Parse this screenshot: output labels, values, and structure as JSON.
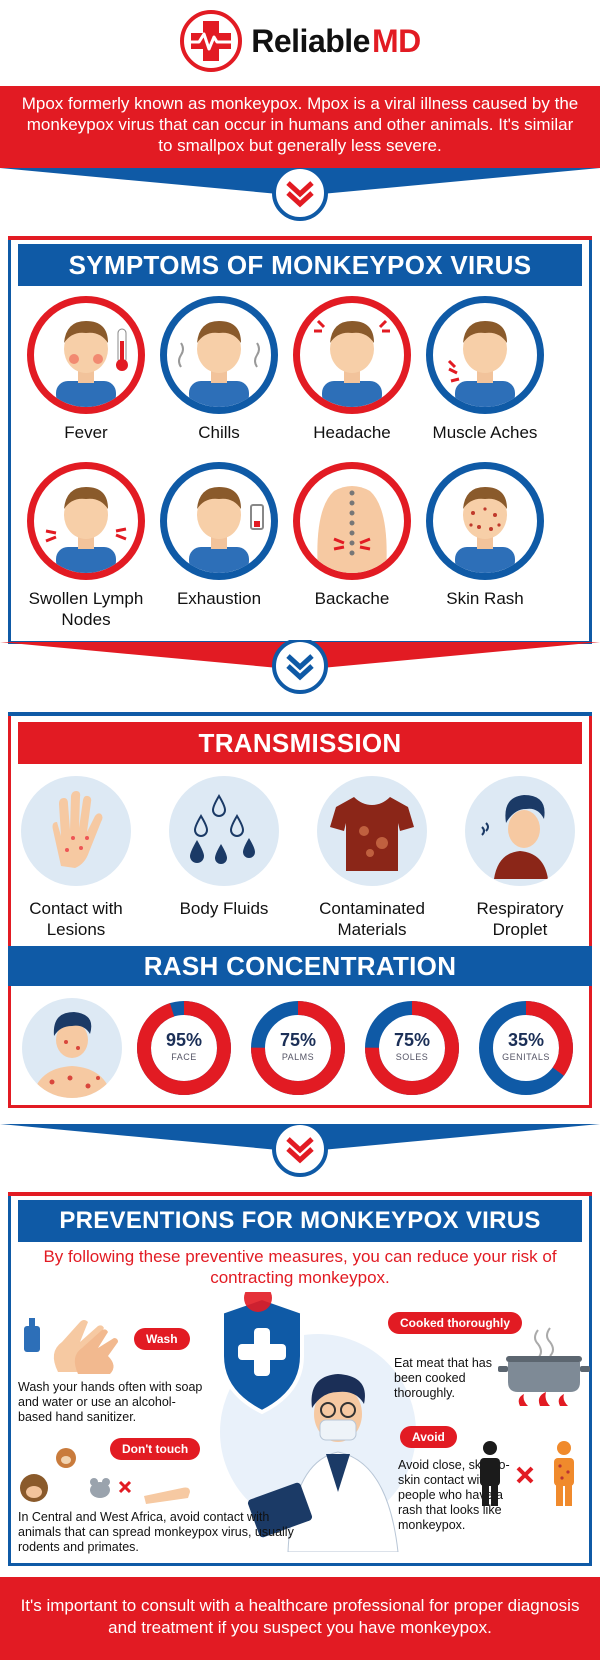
{
  "brand": {
    "name_a": "Reliable",
    "name_b": "MD"
  },
  "intro": "Mpox formerly known as monkeypox. Mpox is a viral illness caused by the monkeypox virus that can occur in humans and other animals. It's similar to smallpox but generally less severe.",
  "symptoms": {
    "title": "SYMPTOMS OF MONKEYPOX VIRUS",
    "items": [
      "Fever",
      "Chills",
      "Headache",
      "Muscle Aches",
      "Swollen Lymph Nodes",
      "Exhaustion",
      "Backache",
      "Skin Rash"
    ]
  },
  "transmission": {
    "title": "TRANSMISSION",
    "items": [
      "Contact with Lesions",
      "Body Fluids",
      "Contaminated Materials",
      "Respiratory Droplet"
    ]
  },
  "rash": {
    "title": "RASH CONCENTRATION",
    "items": [
      {
        "pct_text": "95%",
        "label": "FACE",
        "value": 0.95
      },
      {
        "pct_text": "75%",
        "label": "PALMS",
        "value": 0.75
      },
      {
        "pct_text": "75%",
        "label": "SOLES",
        "value": 0.75
      },
      {
        "pct_text": "35%",
        "label": "GENITALS",
        "value": 0.35
      }
    ]
  },
  "prevention": {
    "title": "PREVENTIONS FOR MONKEYPOX VIRUS",
    "subtitle": "By following these preventive measures, you can reduce your risk of contracting monkeypox.",
    "wash": {
      "tag": "Wash",
      "text": "Wash your hands often with soap and water or use an alcohol-based hand sanitizer."
    },
    "cook": {
      "tag": "Cooked thoroughly",
      "text": "Eat meat that has been cooked thoroughly."
    },
    "donttouch": {
      "tag": "Don't touch",
      "text": "In Central and West Africa, avoid contact with animals that can spread monkeypox virus, usually rodents and primates."
    },
    "avoid": {
      "tag": "Avoid",
      "text": "Avoid close, skin-to-skin contact with people who have a rash that looks like monkeypox."
    }
  },
  "footer": "It's important to consult with a healthcare professional for proper diagnosis and treatment if you suspect you have monkeypox.",
  "colors": {
    "red": "#e21b23",
    "blue": "#0f5aa6",
    "navy": "#1b2f57"
  }
}
